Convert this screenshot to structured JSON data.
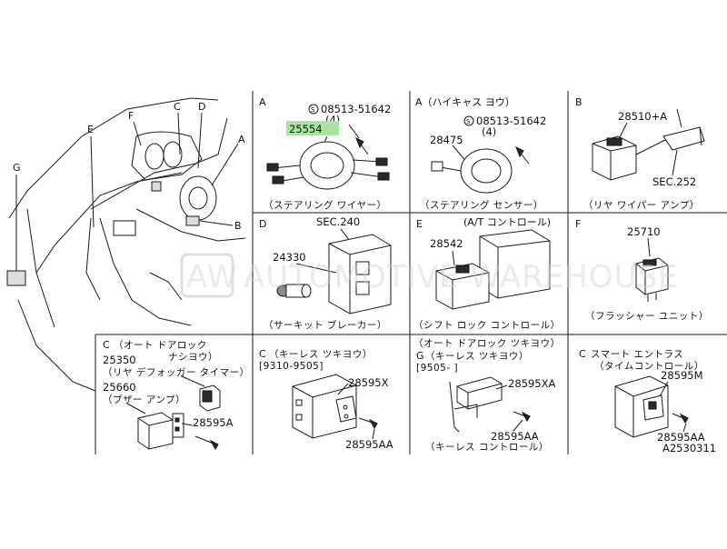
{
  "diagram": {
    "figure_code": "A2530311",
    "watermark": {
      "logo": "AW",
      "text": "AUTOMOTIVE WAREHOUSE"
    },
    "overview_callouts": [
      "A",
      "B",
      "C",
      "D",
      "E",
      "F",
      "G"
    ],
    "panels": [
      {
        "letter": "A",
        "caption": "（ステアリング ワイヤー）",
        "parts": [
          {
            "pn": "08513-51642",
            "note": "S",
            "qty": "(4)"
          },
          {
            "pn": "25554",
            "highlight": true
          }
        ]
      },
      {
        "letter": "A（ハイキャス ヨウ）",
        "caption": "（ステアリング センサー）",
        "parts": [
          {
            "pn": "08513-51642",
            "note": "S",
            "qty": "(4)"
          },
          {
            "pn": "28475"
          }
        ]
      },
      {
        "letter": "B",
        "caption": "（リヤ ワイパー アンプ）",
        "parts": [
          {
            "pn": "28510+A"
          },
          {
            "pn": "SEC.252"
          }
        ]
      },
      {
        "letter": "D",
        "caption": "（サーキット ブレーカー）",
        "parts": [
          {
            "pn": "SEC.240"
          },
          {
            "pn": "24330"
          }
        ]
      },
      {
        "letter": "E",
        "title": "(A/T コントロール)",
        "caption": "（シフト ロック コントロール）",
        "parts": [
          {
            "pn": "28542"
          }
        ]
      },
      {
        "letter": "F",
        "caption": "（フラッシャー ユニット）",
        "parts": [
          {
            "pn": "25710"
          }
        ]
      },
      {
        "letter": "C",
        "title1": "（オート ドアロック",
        "title2": "ナシヨウ）",
        "parts": [
          {
            "pn": "25350",
            "desc": "（リヤ デフォッガー タイマー）"
          },
          {
            "pn": "25660",
            "desc": "（ブザー アンプ）"
          },
          {
            "pn": "28595A"
          }
        ]
      },
      {
        "letter": "C",
        "title": "（キーレス ツキヨウ）",
        "range": "[9310-9505]",
        "parts": [
          {
            "pn": "28595X"
          },
          {
            "pn": "28595AA"
          }
        ]
      },
      {
        "letter": "G",
        "title": "（オート ドアロック ツキヨウ）",
        "title2": "（キーレス ツキヨウ）",
        "range": "[9505-     ]",
        "caption": "（キーレス コントロール）",
        "parts": [
          {
            "pn": "28595XA"
          },
          {
            "pn": "28595AA"
          }
        ]
      },
      {
        "letter": "C",
        "title": "スマート エントラス",
        "title2": "（タイムコントロール）",
        "parts": [
          {
            "pn": "28595M"
          },
          {
            "pn": "28595AA"
          }
        ]
      }
    ]
  }
}
